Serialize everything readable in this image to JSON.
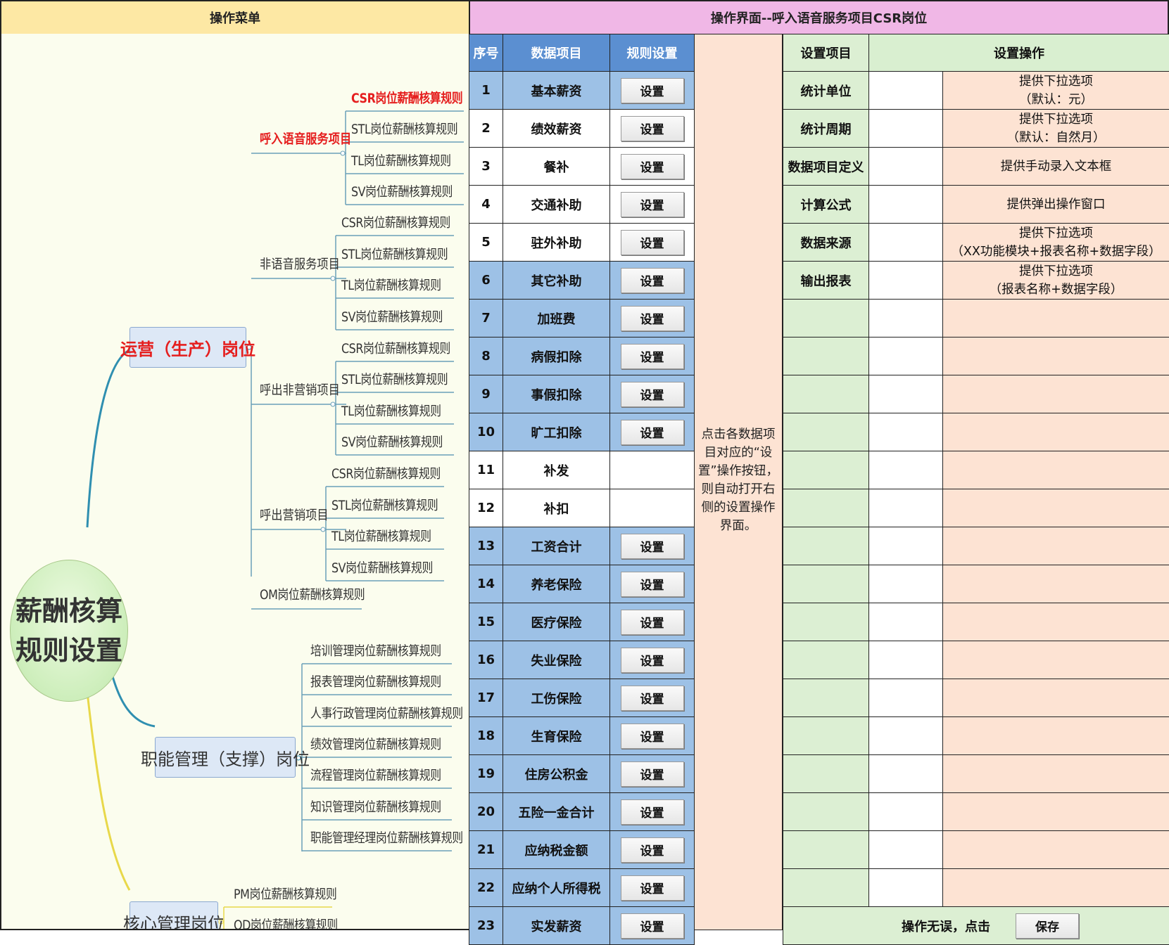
{
  "headers": {
    "left": "操作菜单",
    "right": "操作界面--呼入语音服务项目CSR岗位"
  },
  "mindmap": {
    "root_line1": "薪酬核算",
    "root_line2": "规则设置",
    "operations": {
      "label": "运营（生产）岗位",
      "groups": [
        {
          "label": "呼入语音服务项目",
          "leaves": [
            "CSR岗位薪酬核算规则",
            "STL岗位薪酬核算规则",
            "TL岗位薪酬核算规则",
            "SV岗位薪酬核算规则"
          ]
        },
        {
          "label": "非语音服务项目",
          "leaves": [
            "CSR岗位薪酬核算规则",
            "STL岗位薪酬核算规则",
            "TL岗位薪酬核算规则",
            "SV岗位薪酬核算规则"
          ]
        },
        {
          "label": "呼出非营销项目",
          "leaves": [
            "CSR岗位薪酬核算规则",
            "STL岗位薪酬核算规则",
            "TL岗位薪酬核算规则",
            "SV岗位薪酬核算规则"
          ]
        },
        {
          "label": "呼出营销项目",
          "leaves": [
            "CSR岗位薪酬核算规则",
            "STL岗位薪酬核算规则",
            "TL岗位薪酬核算规则",
            "SV岗位薪酬核算规则"
          ]
        }
      ],
      "om": "OM岗位薪酬核算规则"
    },
    "functional": {
      "label": "职能管理（支撑）岗位",
      "leaves": [
        "培训管理岗位薪酬核算规则",
        "报表管理岗位薪酬核算规则",
        "人事行政管理岗位薪酬核算规则",
        "绩效管理岗位薪酬核算规则",
        "流程管理岗位薪酬核算规则",
        "知识管理岗位薪酬核算规则",
        "职能管理经理岗位薪酬核算规则"
      ]
    },
    "core": {
      "label": "核心管理岗位",
      "leaves": [
        "PM岗位薪酬核算规则",
        "OD岗位薪酬核算规则"
      ]
    }
  },
  "data_table": {
    "columns": [
      "序号",
      "数据项目",
      "规则设置"
    ],
    "button_label": "设置",
    "rows": [
      {
        "no": "1",
        "item": "基本薪资",
        "has_button": true,
        "style": "blue"
      },
      {
        "no": "2",
        "item": "绩效薪资",
        "has_button": true,
        "style": "white"
      },
      {
        "no": "3",
        "item": "餐补",
        "has_button": true,
        "style": "white"
      },
      {
        "no": "4",
        "item": "交通补助",
        "has_button": true,
        "style": "white"
      },
      {
        "no": "5",
        "item": "驻外补助",
        "has_button": true,
        "style": "white"
      },
      {
        "no": "6",
        "item": "其它补助",
        "has_button": true,
        "style": "blue"
      },
      {
        "no": "7",
        "item": "加班费",
        "has_button": true,
        "style": "blue"
      },
      {
        "no": "8",
        "item": "病假扣除",
        "has_button": true,
        "style": "blue"
      },
      {
        "no": "9",
        "item": "事假扣除",
        "has_button": true,
        "style": "blue"
      },
      {
        "no": "10",
        "item": "旷工扣除",
        "has_button": true,
        "style": "blue"
      },
      {
        "no": "11",
        "item": "补发",
        "has_button": false,
        "style": "white"
      },
      {
        "no": "12",
        "item": "补扣",
        "has_button": false,
        "style": "white"
      },
      {
        "no": "13",
        "item": "工资合计",
        "has_button": true,
        "style": "blue"
      },
      {
        "no": "14",
        "item": "养老保险",
        "has_button": true,
        "style": "blue"
      },
      {
        "no": "15",
        "item": "医疗保险",
        "has_button": true,
        "style": "blue"
      },
      {
        "no": "16",
        "item": "失业保险",
        "has_button": true,
        "style": "blue"
      },
      {
        "no": "17",
        "item": "工伤保险",
        "has_button": true,
        "style": "blue"
      },
      {
        "no": "18",
        "item": "生育保险",
        "has_button": true,
        "style": "blue"
      },
      {
        "no": "19",
        "item": "住房公积金",
        "has_button": true,
        "style": "blue"
      },
      {
        "no": "20",
        "item": "五险一金合计",
        "has_button": true,
        "style": "blue"
      },
      {
        "no": "21",
        "item": "应纳税金额",
        "has_button": true,
        "style": "blue"
      },
      {
        "no": "22",
        "item": "应纳个人所得税",
        "has_button": true,
        "style": "blue"
      },
      {
        "no": "23",
        "item": "实发薪资",
        "has_button": true,
        "style": "blue"
      }
    ]
  },
  "note": "点击各数据项目对应的“设置”操作按钮，则自动打开右侧的设置操作界面。",
  "settings_table": {
    "columns": [
      "设置项目",
      "设置操作"
    ],
    "rows": [
      {
        "item": "统计单位",
        "op_line1": "提供下拉选项",
        "op_line2": "（默认：元）"
      },
      {
        "item": "统计周期",
        "op_line1": "提供下拉选项",
        "op_line2": "（默认：自然月）"
      },
      {
        "item": "数据项目定义",
        "op_line1": "提供手动录入文本框",
        "op_line2": ""
      },
      {
        "item": "计算公式",
        "op_line1": "提供弹出操作窗口",
        "op_line2": ""
      },
      {
        "item": "数据来源",
        "op_line1": "提供下拉选项",
        "op_line2": "（XX功能模块+报表名称+数据字段）"
      },
      {
        "item": "输出报表",
        "op_line1": "提供下拉选项",
        "op_line2": "（报表名称+数据字段）"
      }
    ],
    "empty_rows": 16,
    "footer_text": "操作无误，点击",
    "save_label": "保存"
  }
}
